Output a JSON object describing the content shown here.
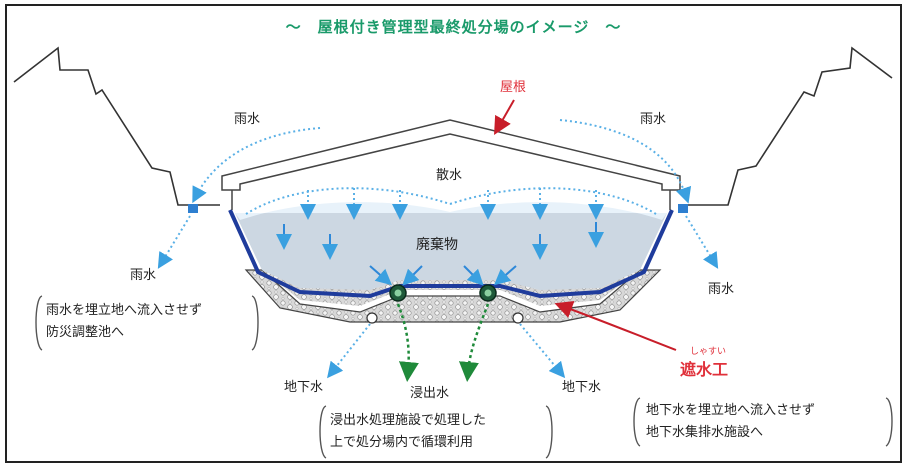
{
  "title": "～　屋根付き管理型最終処分場のイメージ　～",
  "labels": {
    "roof": "屋根",
    "rain_left": "雨水",
    "rain_right": "雨水",
    "sprinkle": "散水",
    "waste": "廃棄物",
    "rain_left_out": "雨水",
    "rain_right_out": "雨水",
    "groundwater_left": "地下水",
    "groundwater_right": "地下水",
    "leachate": "浸出水",
    "barrier": "遮水工",
    "barrier_ruby": "しゃすい"
  },
  "notes": {
    "rain": [
      "雨水を埋立地へ流入させず",
      "防災調整池へ"
    ],
    "leachate": [
      "浸出水処理施設で処理した",
      "上で処分場内で循環利用"
    ],
    "groundwater": [
      "地下水を埋立地へ流入させず",
      "地下水集排水施設へ"
    ]
  },
  "colors": {
    "title": "#1a9a6a",
    "accent_red": "#e0303a",
    "liner_blue": "#1f3c9c",
    "water_blue": "#3aa0e0",
    "leachate_green": "#1f8a3a"
  }
}
